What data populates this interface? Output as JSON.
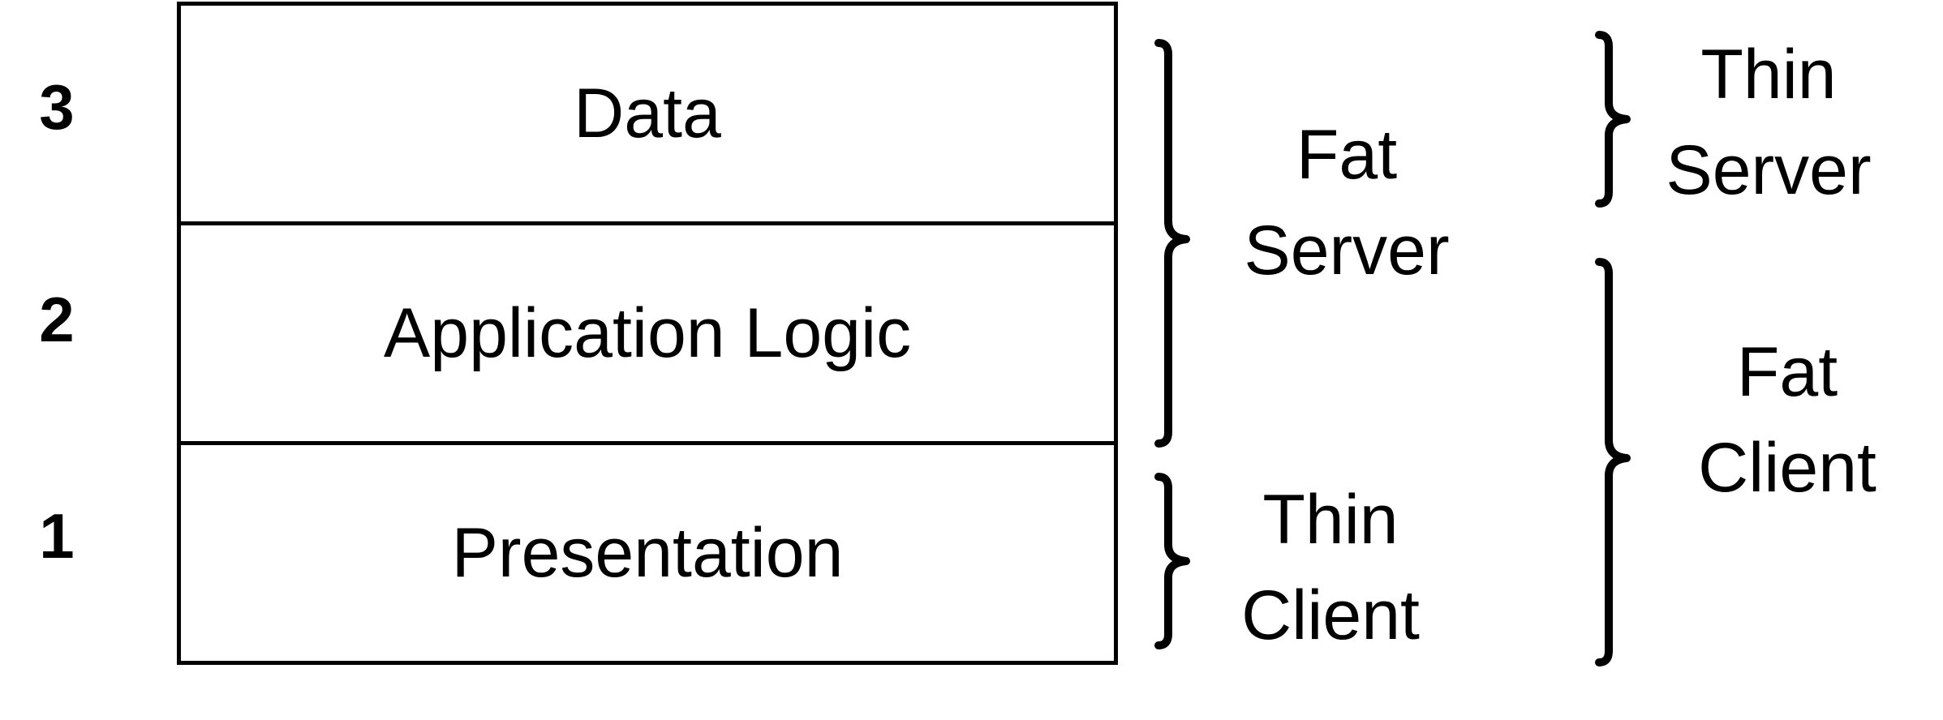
{
  "layers": [
    {
      "number": "3",
      "label": "Data"
    },
    {
      "number": "2",
      "label": "Application Logic"
    },
    {
      "number": "1",
      "label": "Presentation"
    }
  ],
  "partition_a": {
    "server": {
      "line1": "Fat",
      "line2": "Server"
    },
    "client": {
      "line1": "Thin",
      "line2": "Client"
    }
  },
  "partition_b": {
    "server": {
      "line1": "Thin",
      "line2": "Server"
    },
    "client": {
      "line1": "Fat",
      "line2": "Client"
    }
  }
}
